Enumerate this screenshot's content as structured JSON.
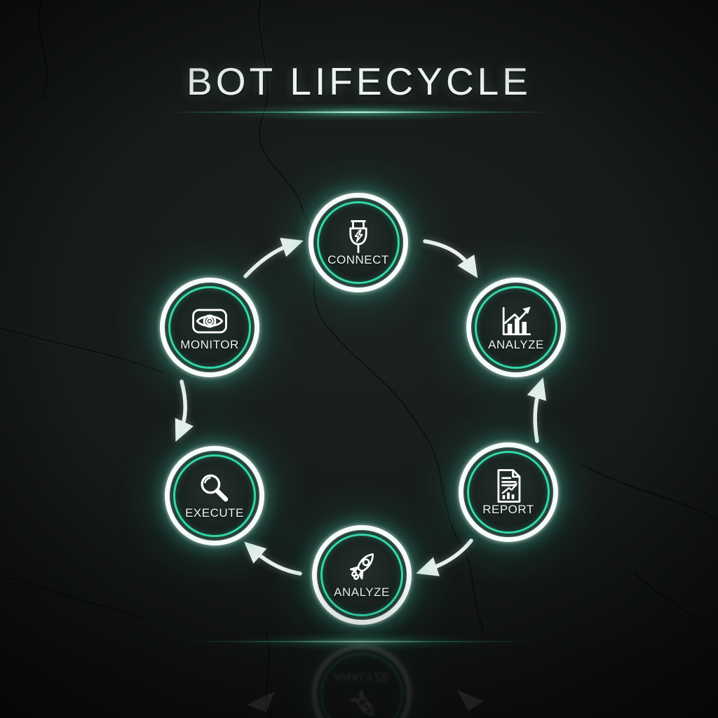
{
  "title": "BOT LIFECYCLE",
  "nodes": [
    {
      "id": "connect",
      "label": "CONNECT",
      "icon": "power-plug-icon"
    },
    {
      "id": "analyze",
      "label": "ANALYZE",
      "icon": "growth-chart-icon"
    },
    {
      "id": "report",
      "label": "REPORT",
      "icon": "report-document-icon"
    },
    {
      "id": "analyze-bottom",
      "label": "ANALYZE",
      "icon": "rocket-icon"
    },
    {
      "id": "execute",
      "label": "EXECUTE",
      "icon": "magnifier-icon"
    },
    {
      "id": "monitor",
      "label": "MONITOR",
      "icon": "eye-icon"
    }
  ],
  "arrows": [
    {
      "from": "monitor",
      "to": "connect"
    },
    {
      "from": "connect",
      "to": "analyze"
    },
    {
      "from": "report",
      "to": "analyze"
    },
    {
      "from": "report",
      "to": "analyze-bottom"
    },
    {
      "from": "analyze-bottom",
      "to": "execute"
    },
    {
      "from": "monitor",
      "to": "execute"
    }
  ],
  "colors": {
    "accent": "#35d6a8",
    "ring": "#f8fcfb",
    "arrow": "#eef2f1",
    "label": "#eef3f2",
    "background": "#121615"
  }
}
